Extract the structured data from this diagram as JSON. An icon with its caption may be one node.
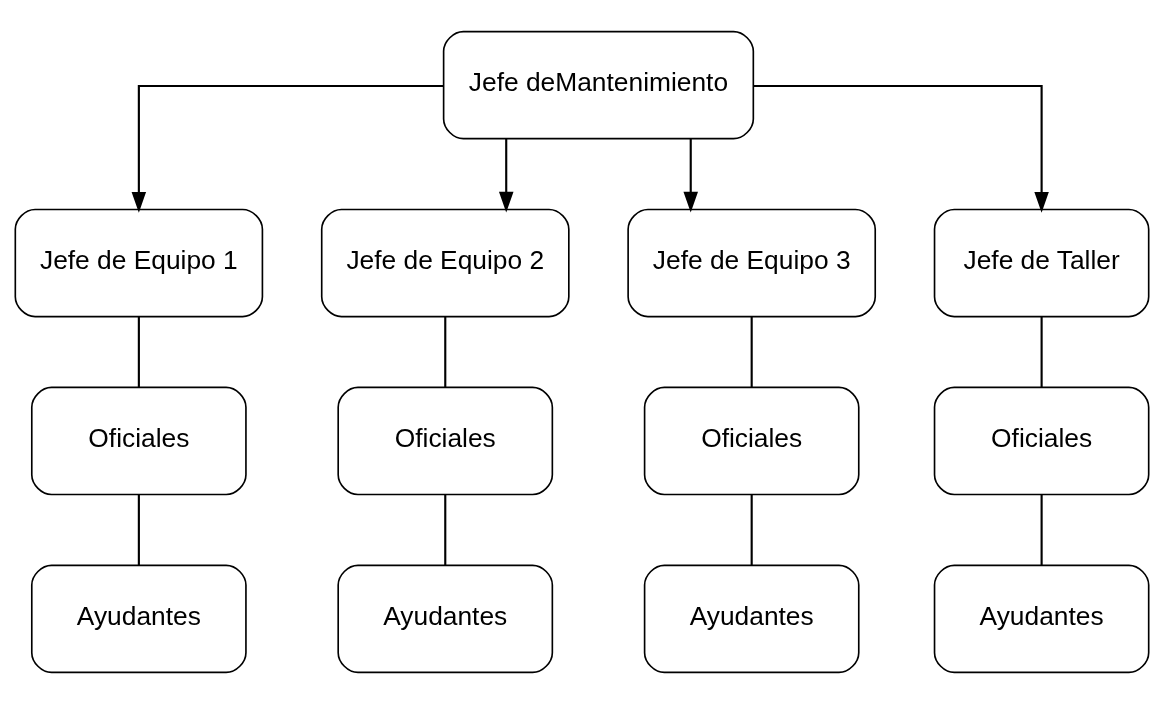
{
  "diagram": {
    "nodes": [
      {
        "text": [
          "Jefe deMantenimiento"
        ]
      },
      {
        "text": [
          "Jefe de Equipo 1"
        ]
      },
      {
        "text": [
          "Jefe de Equipo 2"
        ]
      },
      {
        "text": [
          "Jefe de Equipo 3"
        ]
      },
      {
        "text": [
          "Jefe de Taller"
        ]
      },
      {
        "text": [
          "Oficiales"
        ]
      },
      {
        "text": [
          "Oficiales"
        ]
      },
      {
        "text": [
          "Oficiales"
        ]
      },
      {
        "text": [
          "Oficiales"
        ]
      },
      {
        "text": [
          "Ayudantes"
        ]
      },
      {
        "text": [
          "Ayudantes"
        ]
      },
      {
        "text": [
          "Ayudantes"
        ]
      },
      {
        "text": [
          "Ayudantes"
        ]
      }
    ],
    "edges": [
      {
        "from": 0,
        "to": 1,
        "arrow": "to"
      },
      {
        "from": 0,
        "to": 2,
        "arrow": "to"
      },
      {
        "from": 0,
        "to": 3,
        "arrow": "to"
      },
      {
        "from": 0,
        "to": 4,
        "arrow": "to"
      },
      {
        "from": 1,
        "to": 5,
        "arrow": "none"
      },
      {
        "from": 2,
        "to": 6,
        "arrow": "none"
      },
      {
        "from": 3,
        "to": 7,
        "arrow": "none"
      },
      {
        "from": 4,
        "to": 8,
        "arrow": "none"
      },
      {
        "from": 5,
        "to": 9,
        "arrow": "none"
      },
      {
        "from": 6,
        "to": 10,
        "arrow": "none"
      },
      {
        "from": 7,
        "to": 11,
        "arrow": "none"
      },
      {
        "from": 8,
        "to": 12,
        "arrow": "none"
      }
    ]
  }
}
